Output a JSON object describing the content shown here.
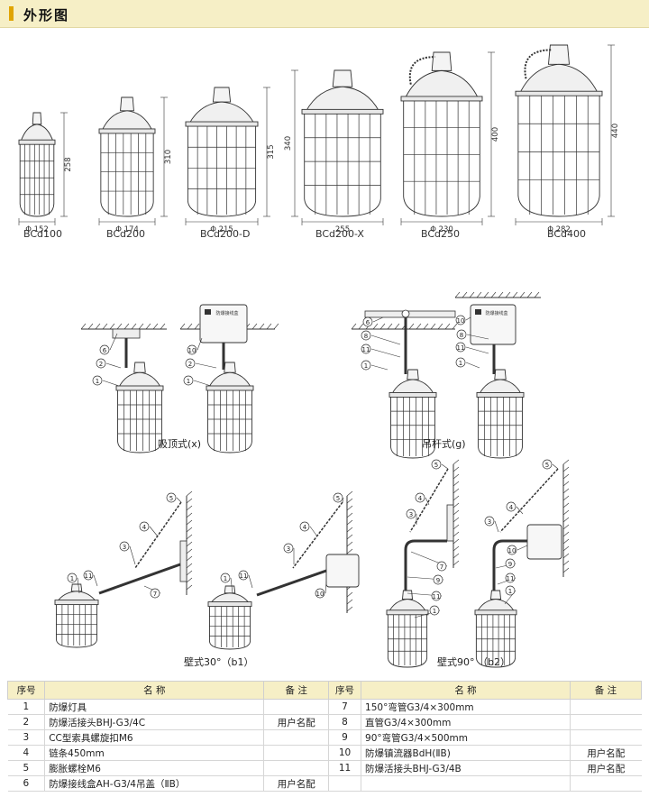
{
  "section_title": "外形图",
  "lamps": [
    {
      "name": "BCd100",
      "width_label": "Φ 152",
      "height_label": "258"
    },
    {
      "name": "BCd200",
      "width_label": "Φ 174",
      "height_label": "310"
    },
    {
      "name": "BCd200-D",
      "width_label": "Φ 215",
      "height_label": "315"
    },
    {
      "name": "BCd200-X",
      "width_label": "255",
      "height_label": "340"
    },
    {
      "name": "BCd250",
      "width_label": "Φ 230",
      "height_label": "400"
    },
    {
      "name": "BCd400",
      "width_label": "Φ 282",
      "height_label": "440"
    }
  ],
  "mount_captions": {
    "ceiling": "吸顶式(x)",
    "pendant": "吊杆式(g)",
    "wall30": "壁式30°（b1）",
    "wall90": "壁式90°  （b2）"
  },
  "box_label": "防爆接线盒",
  "table": {
    "headers": {
      "no": "序号",
      "name": "名  称",
      "note": "备  注"
    },
    "left": [
      {
        "no": "1",
        "name": "防爆灯具",
        "note": ""
      },
      {
        "no": "2",
        "name": "防爆活接头BHJ-G3/4C",
        "note": "用户名配"
      },
      {
        "no": "3",
        "name": "CC型索具螺旋扣M6",
        "note": ""
      },
      {
        "no": "4",
        "name": "链条450mm",
        "note": ""
      },
      {
        "no": "5",
        "name": "膨胀螺栓M6",
        "note": ""
      },
      {
        "no": "6",
        "name": "防爆接线盒AH-G3/4吊盖（ⅡB）",
        "note": "用户名配"
      }
    ],
    "right": [
      {
        "no": "7",
        "name": "150°弯管G3/4×300mm",
        "note": ""
      },
      {
        "no": "8",
        "name": "直管G3/4×300mm",
        "note": ""
      },
      {
        "no": "9",
        "name": "90°弯管G3/4×500mm",
        "note": ""
      },
      {
        "no": "10",
        "name": "防爆镇流器BdH(ⅡB)",
        "note": "用户名配"
      },
      {
        "no": "11",
        "name": "防爆活接头BHJ-G3/4B",
        "note": "用户名配"
      },
      {
        "no": "",
        "name": "",
        "note": ""
      }
    ]
  }
}
